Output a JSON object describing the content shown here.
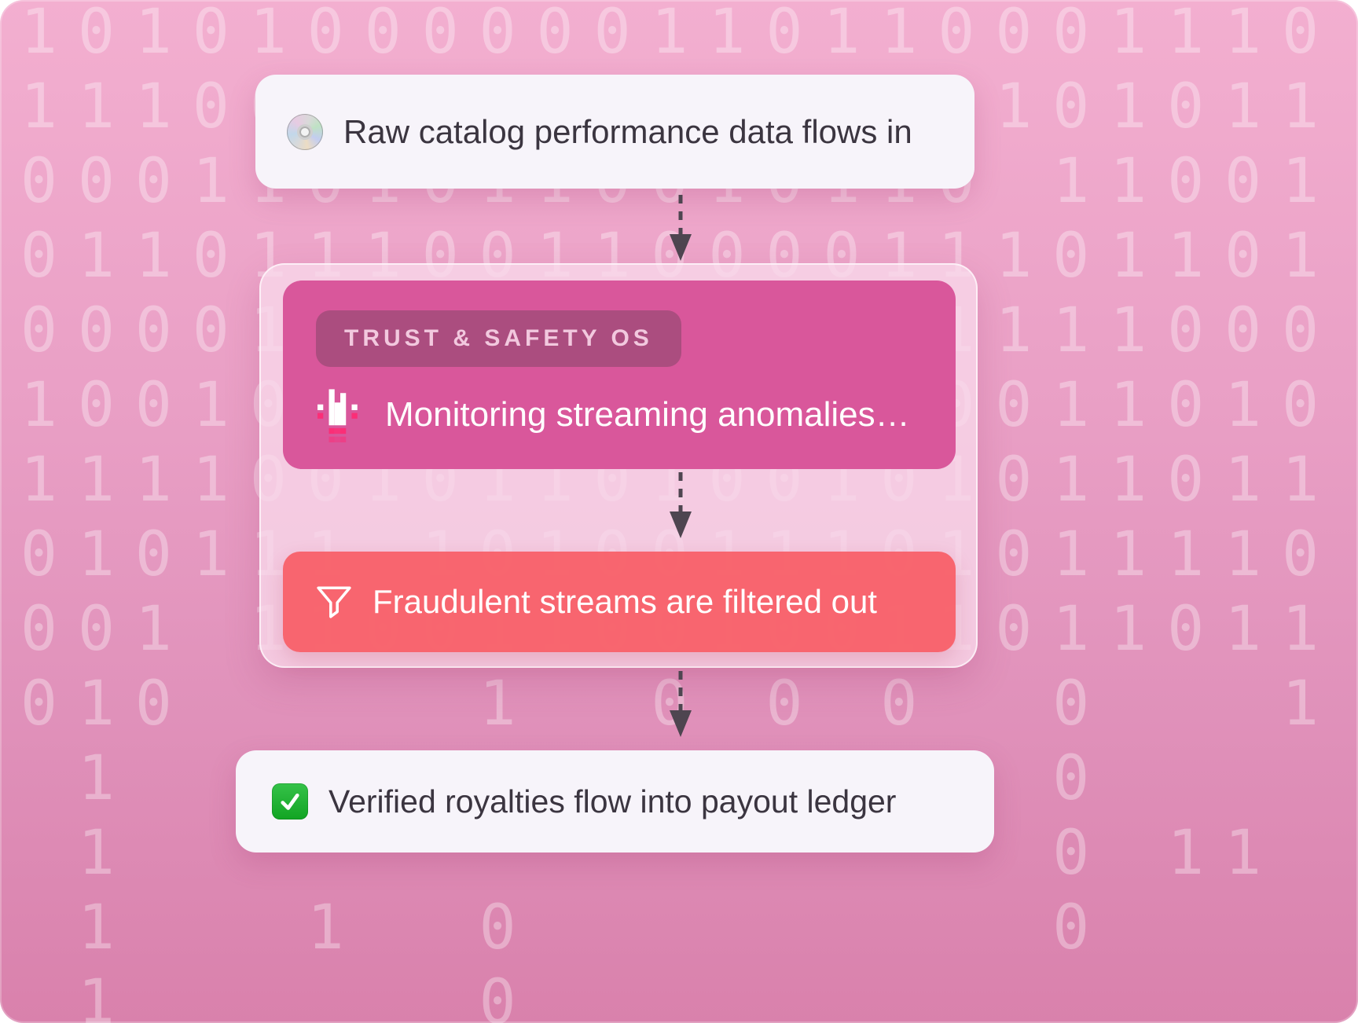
{
  "background": {
    "pattern": "binary-digits",
    "digit_color": "rgba(255,255,255,0.33)",
    "gradient_top": "#F3AFD0",
    "gradient_bottom": "#D981AC",
    "binary_rows": [
      "10101000000110110001110",
      "11100011010011000101011",
      "00011010110010110 11001",
      "01101110011000011101101",
      "00001101001101001111000",
      "10010011010010110011010",
      "11110010110100101011011",
      "010111 1010011101011110",
      "001 1100110010011011011",
      "010     1  0 0 0  0   1",
      " 1                0    ",
      " 1                0 11 ",
      " 1   1  0         0    ",
      " 1      0              "
    ]
  },
  "flow": {
    "input_card": {
      "icon": "cd-disc-icon",
      "label": "Raw catalog performance data flows in"
    },
    "processor": {
      "badge_label": "TRUST & SAFETY OS",
      "status_icon": "pixel-equalizer-icon",
      "status_label": "Monitoring streaming anomalies…"
    },
    "filter_card": {
      "icon": "funnel-icon",
      "label": "Fraudulent streams are filtered out"
    },
    "output_card": {
      "icon": "green-check-icon",
      "label": "Verified royalties flow into payout ledger"
    }
  },
  "colors": {
    "monitor_card_bg": "#D9579B",
    "badge_bg": "#AB4D7F",
    "badge_text": "#F2C8DE",
    "filter_card_bg": "#F75C65",
    "io_card_bg": "#F7F4FA",
    "io_card_text": "#3B3540",
    "arrow": "#4E4550",
    "equalizer_pink": "#FB2E77",
    "check_green": "#1FB232"
  }
}
